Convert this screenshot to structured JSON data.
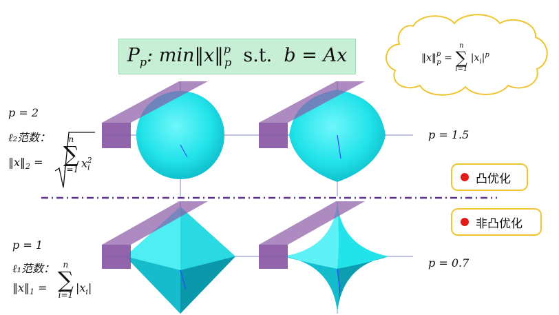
{
  "title": {
    "text": "P_p: min‖x‖_p^p  s.t.  b = Ax"
  },
  "cloud": {
    "lhs": "‖x‖",
    "sup": "p",
    "sub": "p",
    "eq": "=",
    "sum_top": "n",
    "sum_bottom": "i=1",
    "rhs": "|x_i|^p"
  },
  "row_top": {
    "label_p": "p = 2",
    "norm_name": "ℓ₂范数：",
    "formula_lhs": "‖x‖₂ =",
    "sum_top": "n",
    "sum_bottom": "i=1",
    "term": "x_i^2",
    "right_label": "p = 1.5"
  },
  "row_bottom": {
    "label_p": "p = 1",
    "norm_name": "ℓ₁范数：",
    "formula_lhs": "‖x‖₁ =",
    "sum_top": "n",
    "sum_bottom": "i=1",
    "term": "|x_i|",
    "right_label": "p = 0.7"
  },
  "badges": {
    "convex": "凸优化",
    "nonconvex": "非凸优化"
  },
  "colors": {
    "shape": "#22e3ea",
    "shape_dark": "#0aa7b8",
    "plane": "#8a5aa6",
    "badge_border": "#f0c431",
    "dot": "#e21b1b",
    "divider": "#5b2f8c",
    "title_bg": "#c6efd6"
  }
}
